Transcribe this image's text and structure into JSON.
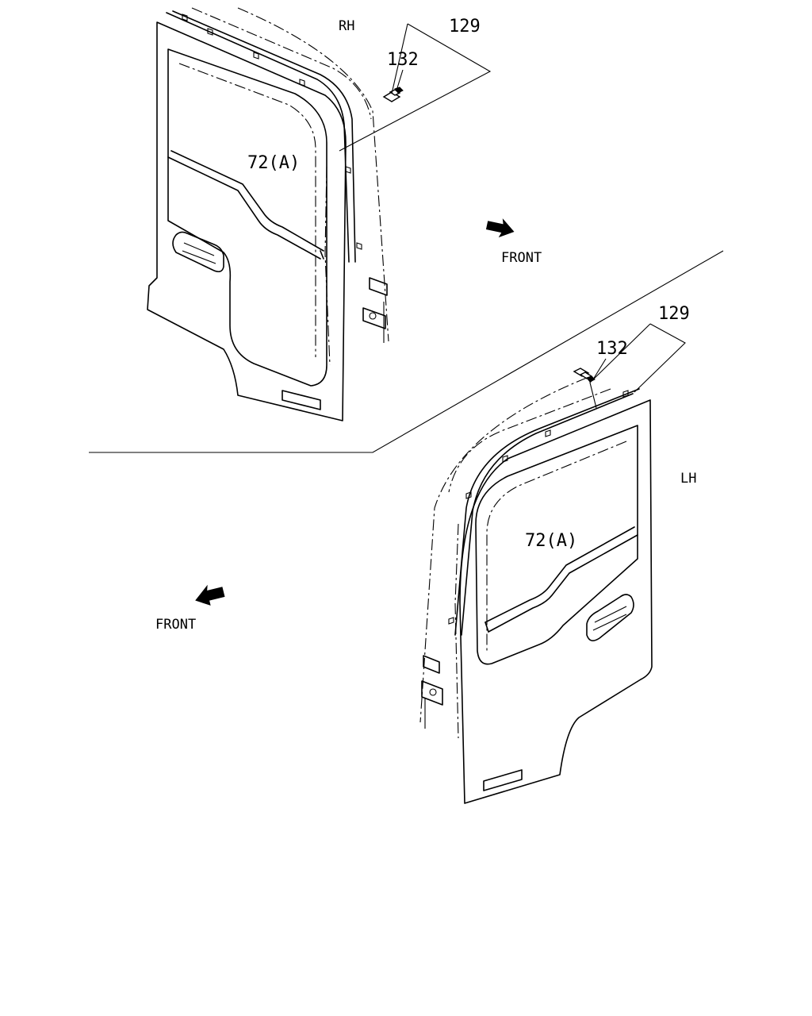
{
  "diagram": {
    "rh_view": {
      "side_label": "RH",
      "callouts": {
        "seal": "129",
        "clip": "132",
        "trim": "72(A)"
      },
      "direction_label": "FRONT",
      "icon": "front-arrow-icon"
    },
    "lh_view": {
      "side_label": "LH",
      "callouts": {
        "seal": "129",
        "clip": "132",
        "trim": "72(A)"
      },
      "direction_label": "FRONT",
      "icon": "front-arrow-icon"
    }
  }
}
